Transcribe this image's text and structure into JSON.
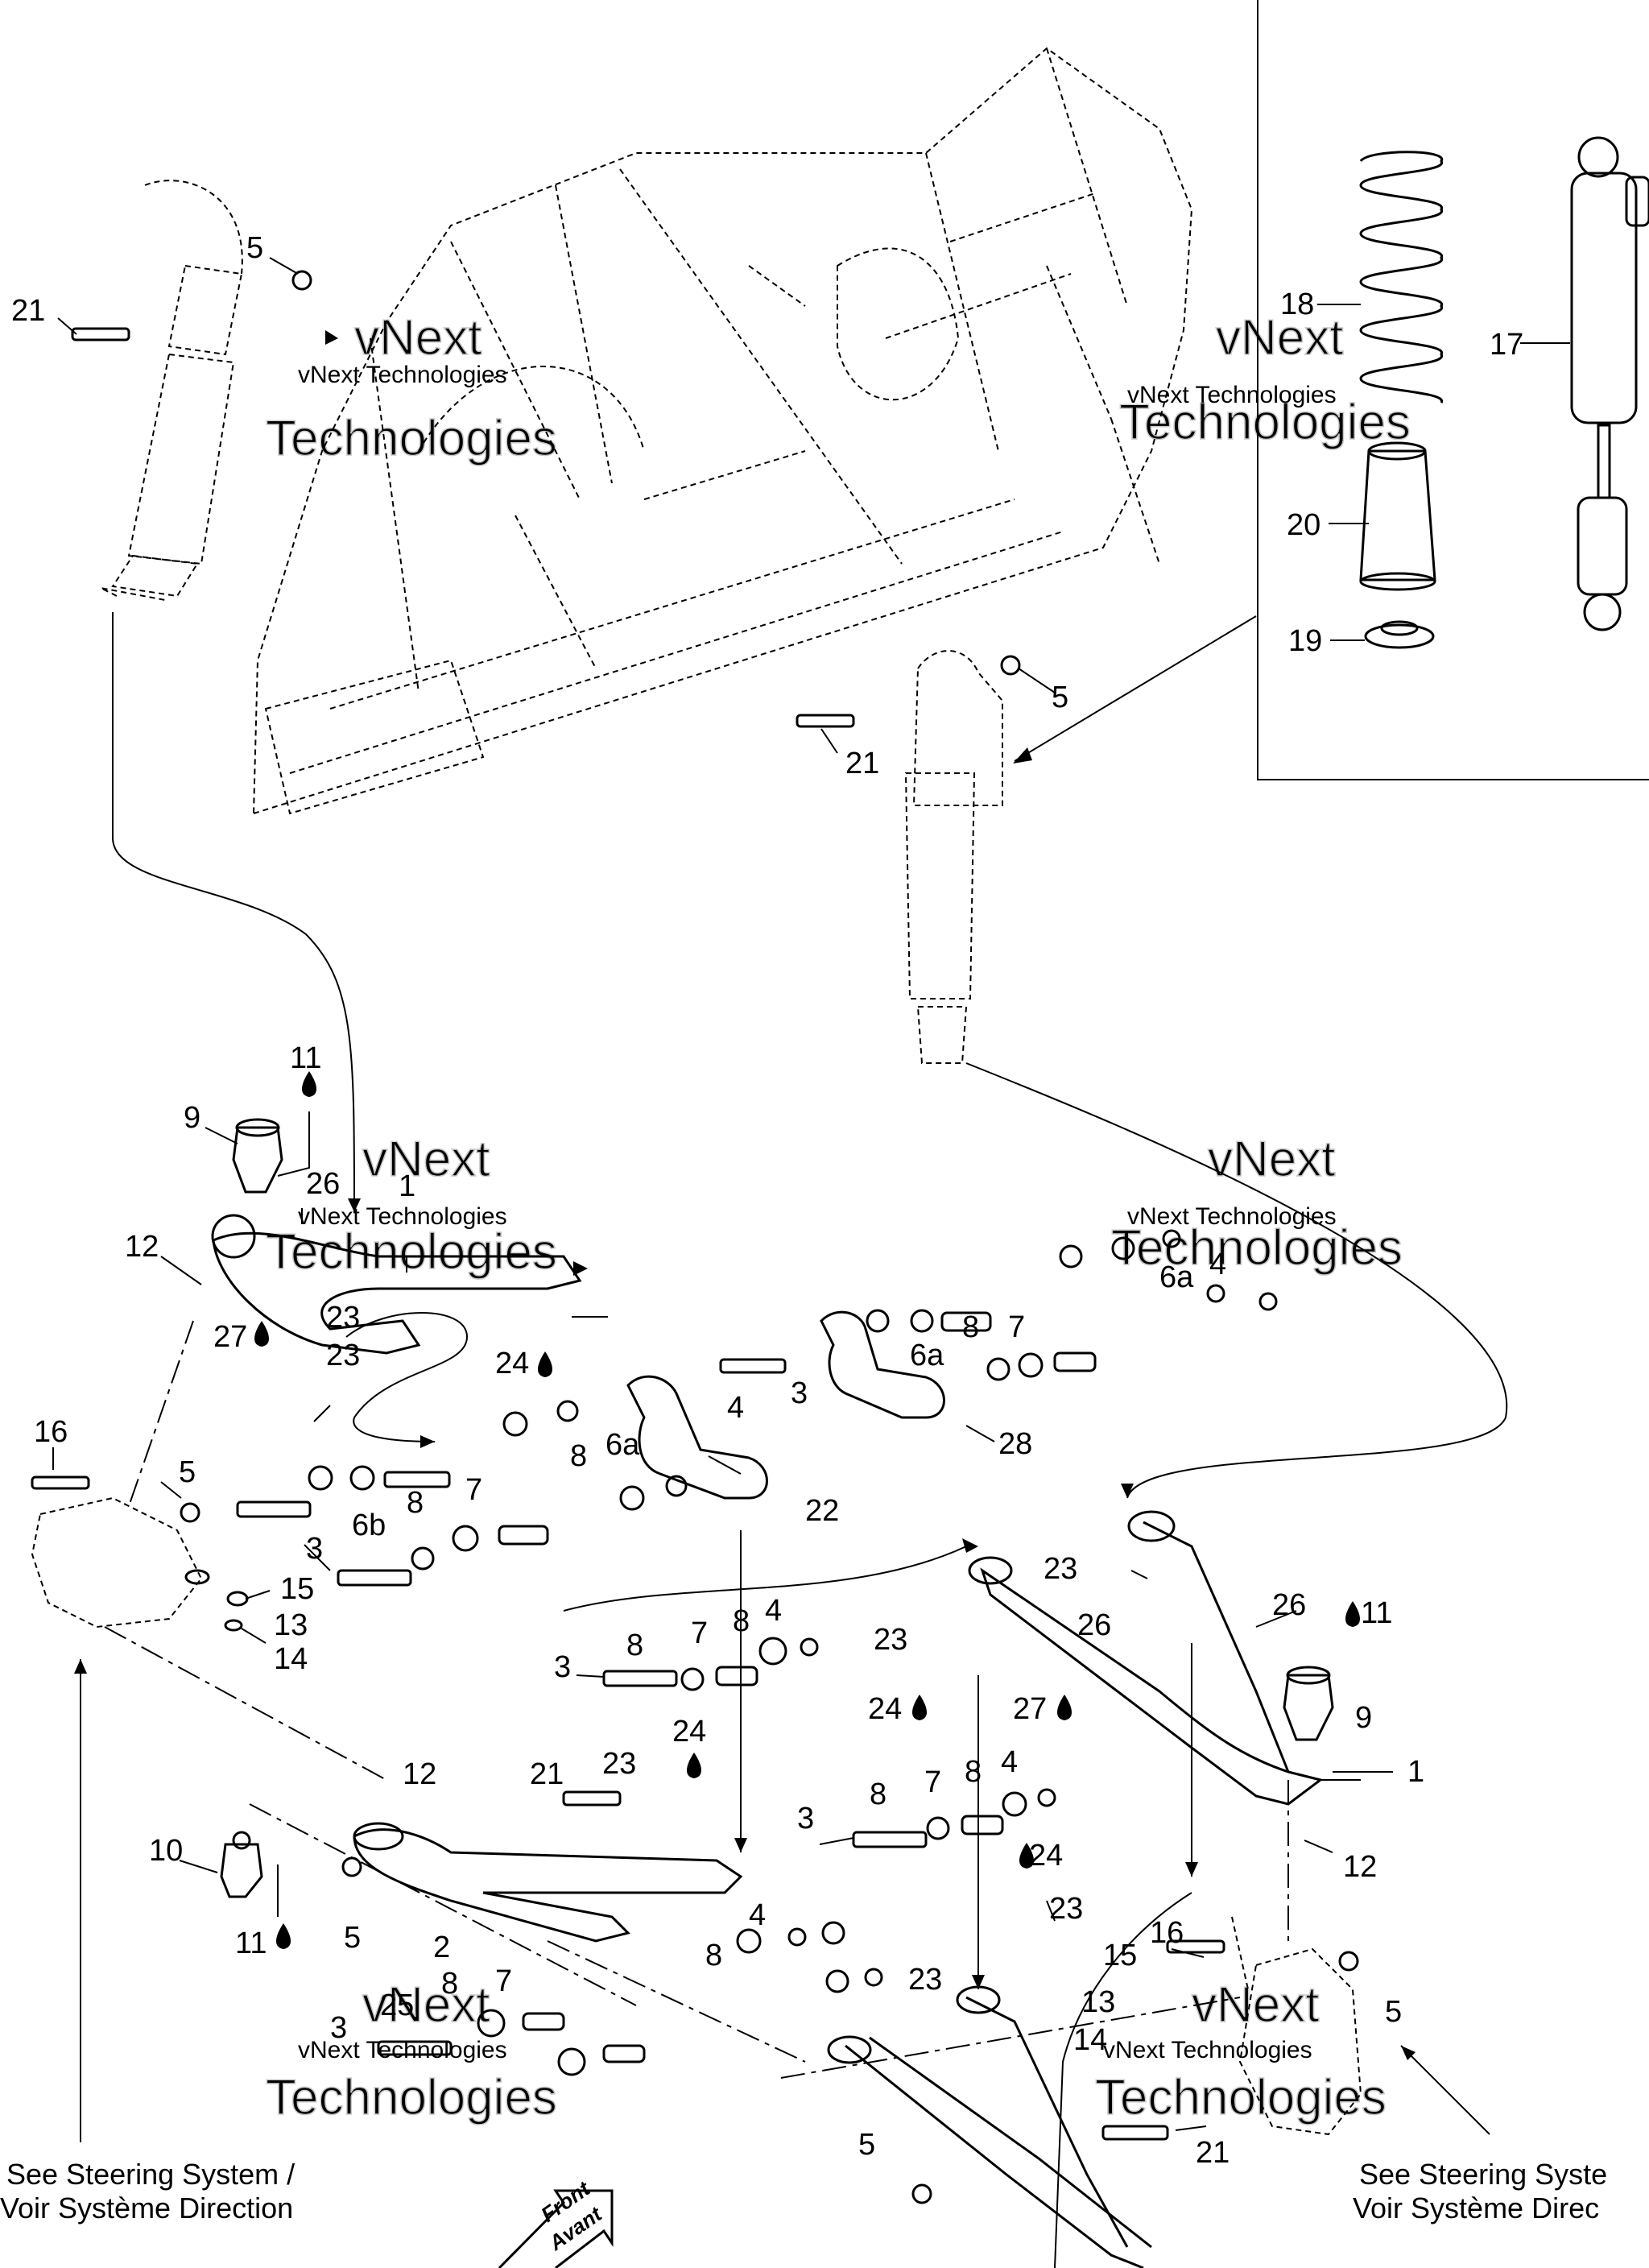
{
  "callouts": [
    {
      "label": "5"
    },
    {
      "label": "21"
    },
    {
      "label": "5"
    },
    {
      "label": "21"
    },
    {
      "label": "18"
    },
    {
      "label": "17"
    },
    {
      "label": "20"
    },
    {
      "label": "19"
    },
    {
      "label": "11"
    },
    {
      "label": "9"
    },
    {
      "label": "26"
    },
    {
      "label": "1"
    },
    {
      "label": "12"
    },
    {
      "label": "27"
    },
    {
      "label": "23"
    },
    {
      "label": "23"
    },
    {
      "label": "24"
    },
    {
      "label": "6a"
    },
    {
      "label": "4"
    },
    {
      "label": "8"
    },
    {
      "label": "7"
    },
    {
      "label": "6a"
    },
    {
      "label": "3"
    },
    {
      "label": "4"
    },
    {
      "label": "28"
    },
    {
      "label": "8"
    },
    {
      "label": "6a"
    },
    {
      "label": "22"
    },
    {
      "label": "16"
    },
    {
      "label": "5"
    },
    {
      "label": "8"
    },
    {
      "label": "7"
    },
    {
      "label": "6b"
    },
    {
      "label": "3"
    },
    {
      "label": "15"
    },
    {
      "label": "13"
    },
    {
      "label": "14"
    },
    {
      "label": "23"
    },
    {
      "label": "26"
    },
    {
      "label": "26"
    },
    {
      "label": "11"
    },
    {
      "label": "3"
    },
    {
      "label": "8"
    },
    {
      "label": "7"
    },
    {
      "label": "8"
    },
    {
      "label": "4"
    },
    {
      "label": "23"
    },
    {
      "label": "24"
    },
    {
      "label": "27"
    },
    {
      "label": "9"
    },
    {
      "label": "1"
    },
    {
      "label": "12"
    },
    {
      "label": "24"
    },
    {
      "label": "23"
    },
    {
      "label": "21"
    },
    {
      "label": "12"
    },
    {
      "label": "10"
    },
    {
      "label": "11"
    },
    {
      "label": "5"
    },
    {
      "label": "2"
    },
    {
      "label": "3"
    },
    {
      "label": "8"
    },
    {
      "label": "7"
    },
    {
      "label": "8"
    },
    {
      "label": "4"
    },
    {
      "label": "24"
    },
    {
      "label": "23"
    },
    {
      "label": "4"
    },
    {
      "label": "8"
    },
    {
      "label": "23"
    },
    {
      "label": "16"
    },
    {
      "label": "15"
    },
    {
      "label": "13"
    },
    {
      "label": "14"
    },
    {
      "label": "5"
    },
    {
      "label": "8"
    },
    {
      "label": "7"
    },
    {
      "label": "25"
    },
    {
      "label": "3"
    },
    {
      "label": "5"
    },
    {
      "label": "21"
    }
  ],
  "notes": {
    "left_line1": "See Steering System /",
    "left_line2": "Voir Système Direction",
    "right_line1": "See Steering Syste",
    "right_line2": "Voir Système Direc",
    "front_word1": "Front",
    "front_word2": "Avant"
  },
  "watermarks": [
    {
      "line1": "vNext",
      "line2": "Technologies"
    },
    {
      "line1": "vNext",
      "line2": "Technologies"
    },
    {
      "line1": "vNext",
      "line2": "Technologies"
    },
    {
      "line1": "vNext",
      "line2": "Technologies"
    },
    {
      "line1": "vNext",
      "line2": "Technologies"
    },
    {
      "line1": "vNext",
      "line2": "Technologies"
    }
  ],
  "watermark_small": [
    {
      "text": "vNext Technologies"
    },
    {
      "text": "vNext Technologies"
    },
    {
      "text": "vNext Technologies"
    },
    {
      "text": "vNext Technologies"
    },
    {
      "text": "vNext Technologies"
    },
    {
      "text": "vNext Technologies"
    }
  ],
  "colors": {
    "line": "#000000",
    "background": "#ffffff",
    "watermark": "#c8c8c8"
  }
}
